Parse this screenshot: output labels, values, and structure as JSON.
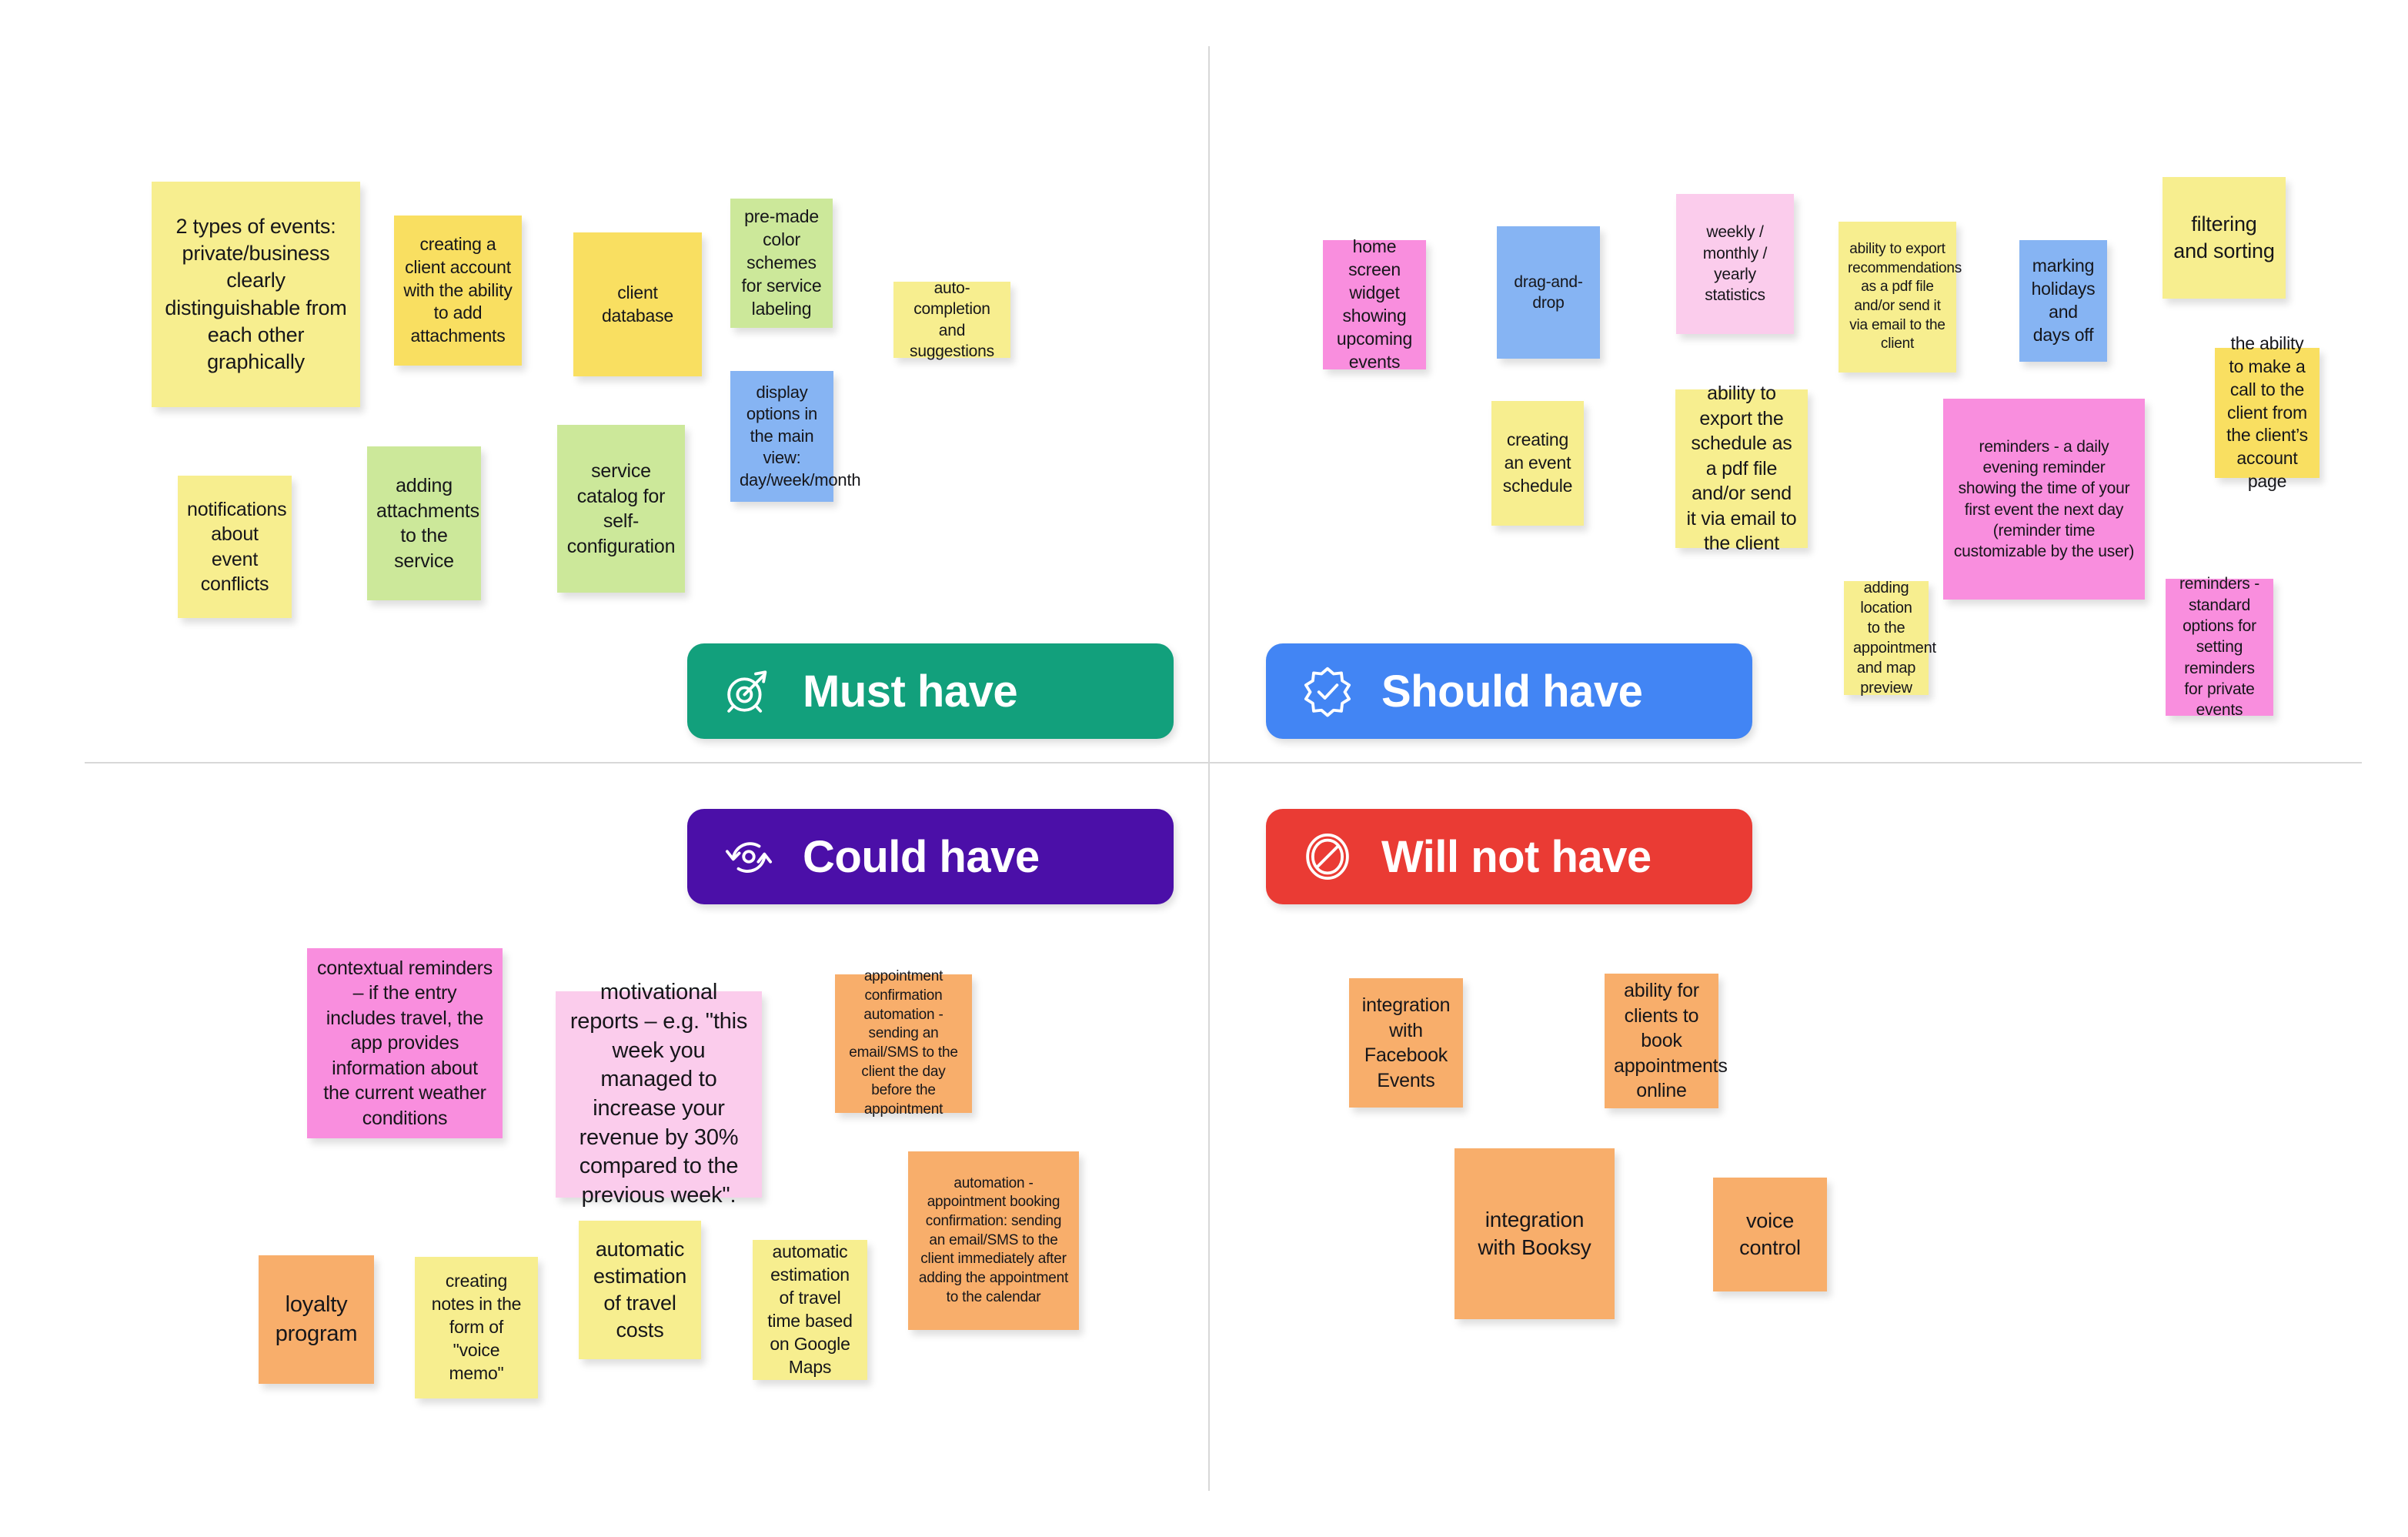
{
  "board": {
    "title": "MoSCoW prioritization board",
    "background": "#ffffff",
    "divider_color": "#d8d8d8"
  },
  "quadrants": [
    {
      "id": "must-have",
      "label": "Must have",
      "color": "#12A07C",
      "icon": "target-arrow-icon",
      "notes": [
        {
          "text": "2 types of events: private/business clearly distinguishable from each other graphically",
          "color": "#F7EE8F",
          "color_name": "yellow-pale"
        },
        {
          "text": "creating a client account with the ability to add attachments",
          "color": "#F9DF61",
          "color_name": "yellow"
        },
        {
          "text": "client database",
          "color": "#F9DF61",
          "color_name": "yellow"
        },
        {
          "text": "pre-made color schemes for service labeling",
          "color": "#CCE89A",
          "color_name": "green"
        },
        {
          "text": "auto-completion and suggestions",
          "color": "#F7EE8F",
          "color_name": "yellow-pale"
        },
        {
          "text": "display options in the main view: day/week/month",
          "color": "#86B4F3",
          "color_name": "blue"
        },
        {
          "text": "notifications about event conflicts",
          "color": "#F7EE8F",
          "color_name": "yellow-pale"
        },
        {
          "text": "adding attachments to the service",
          "color": "#CCE89A",
          "color_name": "green"
        },
        {
          "text": "service catalog for self-configuration",
          "color": "#CCE89A",
          "color_name": "green"
        }
      ]
    },
    {
      "id": "should-have",
      "label": "Should have",
      "color": "#4285F4",
      "icon": "badge-check-icon",
      "notes": [
        {
          "text": "home screen widget showing upcoming events",
          "color": "#F98EDE",
          "color_name": "pink-hot"
        },
        {
          "text": "drag-and-drop",
          "color": "#86B4F3",
          "color_name": "blue"
        },
        {
          "text": "weekly / monthly / yearly statistics",
          "color": "#FBCCEC",
          "color_name": "pink-light"
        },
        {
          "text": "ability to export recommendations as a pdf file and/or send it via email to the client",
          "color": "#F7EE8F",
          "color_name": "yellow-pale"
        },
        {
          "text": "marking holidays and days off",
          "color": "#86B4F3",
          "color_name": "blue"
        },
        {
          "text": "filtering and sorting",
          "color": "#F7EE8F",
          "color_name": "yellow-pale"
        },
        {
          "text": "creating an event schedule",
          "color": "#F7EE8F",
          "color_name": "yellow-pale"
        },
        {
          "text": "ability to export the schedule as a pdf file and/or send it via email to the client",
          "color": "#F7EE8F",
          "color_name": "yellow-pale"
        },
        {
          "text": "reminders - a daily evening reminder showing the time of your first event the next day (reminder time customizable by the user)",
          "color": "#F98EDE",
          "color_name": "pink-hot"
        },
        {
          "text": "the ability to make a call to the client from the client’s account page",
          "color": "#F9DF61",
          "color_name": "yellow"
        },
        {
          "text": "adding location to the appointment and map preview",
          "color": "#F7EE8F",
          "color_name": "yellow-pale"
        },
        {
          "text": "reminders - standard options for setting reminders for private events",
          "color": "#F98EDE",
          "color_name": "pink-hot"
        }
      ]
    },
    {
      "id": "could-have",
      "label": "Could have",
      "color": "#4B0FA8",
      "icon": "refresh-cycle-icon",
      "notes": [
        {
          "text": "contextual reminders – if the entry includes travel, the app provides information about the current weather conditions",
          "color": "#F98EDE",
          "color_name": "pink-hot"
        },
        {
          "text": "motivational reports – e.g. \"this week you managed to increase your revenue by 30% compared to the previous week\".",
          "color": "#FBCCEC",
          "color_name": "pink-light"
        },
        {
          "text": "appointment confirmation automation - sending an email/SMS to the client the day before the appointment",
          "color": "#F8AE6B",
          "color_name": "orange"
        },
        {
          "text": "automation - appointment booking confirmation: sending an email/SMS to the client immediately after adding the appointment to the calendar",
          "color": "#F8AE6B",
          "color_name": "orange"
        },
        {
          "text": "loyalty program",
          "color": "#F8AE6B",
          "color_name": "orange"
        },
        {
          "text": "creating notes in the form of \"voice memo\"",
          "color": "#F7EE8F",
          "color_name": "yellow-pale"
        },
        {
          "text": "automatic estimation of travel costs",
          "color": "#F7EE8F",
          "color_name": "yellow-pale"
        },
        {
          "text": "automatic estimation of travel time based on Google Maps",
          "color": "#F7EE8F",
          "color_name": "yellow-pale"
        }
      ]
    },
    {
      "id": "will-not-have",
      "label": "Will not have",
      "color": "#EA3B34",
      "icon": "prohibited-icon",
      "notes": [
        {
          "text": "integration with Facebook Events",
          "color": "#F8AE6B",
          "color_name": "orange"
        },
        {
          "text": "ability for clients to book appointments online",
          "color": "#F8AE6B",
          "color_name": "orange"
        },
        {
          "text": "integration with Booksy",
          "color": "#F8AE6B",
          "color_name": "orange"
        },
        {
          "text": "voice control",
          "color": "#F8AE6B",
          "color_name": "orange"
        }
      ]
    }
  ]
}
